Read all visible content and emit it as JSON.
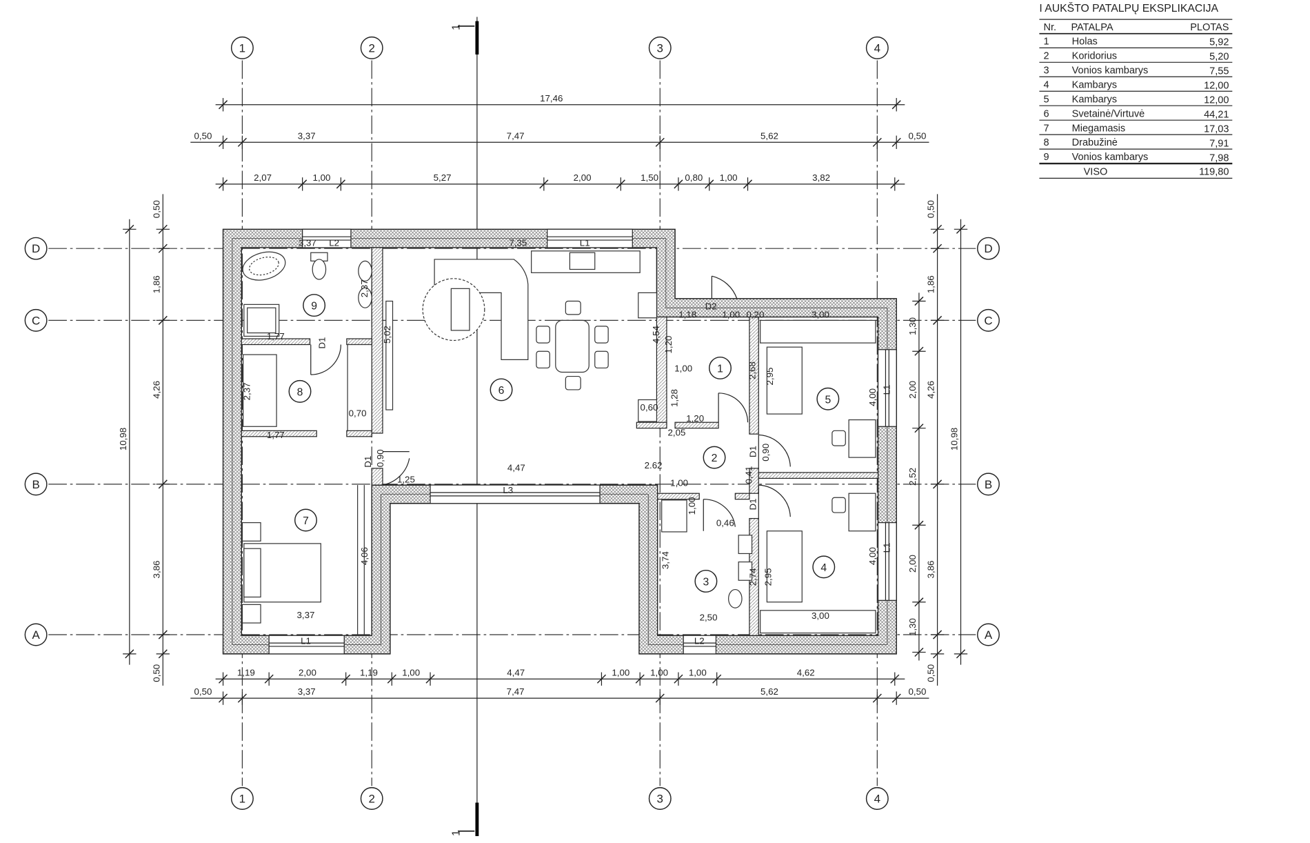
{
  "table": {
    "title": "I AUKŠTO PATALPŲ EKSPLIKACIJA",
    "headers": {
      "nr": "Nr.",
      "name": "PATALPA",
      "area": "PLOTAS"
    },
    "rows": [
      {
        "nr": "1",
        "name": "Holas",
        "area": "5,92"
      },
      {
        "nr": "2",
        "name": "Koridorius",
        "area": "5,20"
      },
      {
        "nr": "3",
        "name": "Vonios kambarys",
        "area": "7,55"
      },
      {
        "nr": "4",
        "name": "Kambarys",
        "area": "12,00"
      },
      {
        "nr": "5",
        "name": "Kambarys",
        "area": "12,00"
      },
      {
        "nr": "6",
        "name": "Svetainė/Virtuvė",
        "area": "44,21"
      },
      {
        "nr": "7",
        "name": "Miegamasis",
        "area": "17,03"
      },
      {
        "nr": "8",
        "name": "Drabužinė",
        "area": "7,91"
      },
      {
        "nr": "9",
        "name": "Vonios kambarys",
        "area": "7,98"
      }
    ],
    "total_label": "VISO",
    "total_area": "119,80"
  },
  "grid_axes": {
    "vertical": [
      "1",
      "2",
      "3",
      "4"
    ],
    "horizontal": [
      "D",
      "C",
      "B",
      "A"
    ]
  },
  "section_mark": "1",
  "dimensions": {
    "top_overall": "17,46",
    "top_axes": [
      "0,50",
      "3,37",
      "7,47",
      "5,62",
      "0,50"
    ],
    "top_openings": [
      "2,07",
      "1,00",
      "5,27",
      "2,00",
      "1,50",
      "0,80",
      "1,00",
      "3,82"
    ],
    "bottom_openings": [
      "1,19",
      "2,00",
      "1,19",
      "1,00",
      "4,47",
      "1,00",
      "1,00",
      "1,00",
      "4,62"
    ],
    "bottom_axes": [
      "0,50",
      "3,37",
      "7,47",
      "5,62",
      "0,50"
    ],
    "left_overall": "10,98",
    "left_axes": [
      "0,50",
      "1,86",
      "4,26",
      "3,86",
      "0,50"
    ],
    "right_overall": "10,98",
    "right_axes": [
      "0,50",
      "1,86",
      "4,26",
      "3,86",
      "0,50"
    ],
    "right_openings": [
      "1,30",
      "2,00",
      "2,52",
      "2,00",
      "1,30"
    ]
  },
  "room_markers": [
    "1",
    "2",
    "3",
    "4",
    "5",
    "6",
    "7",
    "8",
    "9"
  ],
  "plan_labels": [
    "3,37",
    "L2",
    "7,35",
    "L1",
    "2,37",
    "5,02",
    "1,77",
    "2,37",
    "0,70",
    "1,77",
    "0,90",
    "D1",
    "1,25",
    "4,47",
    "2.62",
    "1,00",
    "L3",
    "4,54",
    "1,20",
    "1,00",
    "1,28",
    "0,60",
    "1,20",
    "2,05",
    "2,68",
    "2,95",
    "1,18",
    "1,00",
    "0,20",
    "3,00",
    "D2",
    "4,00",
    "L1",
    "0,90",
    "D1",
    "0,41",
    "D1",
    "0,46",
    "1,00",
    "3,74",
    "2,74",
    "2,95",
    "2,50",
    "3,00",
    "4,00",
    "L1",
    "4,06",
    "3,37",
    "L1",
    "L2",
    "D1"
  ]
}
